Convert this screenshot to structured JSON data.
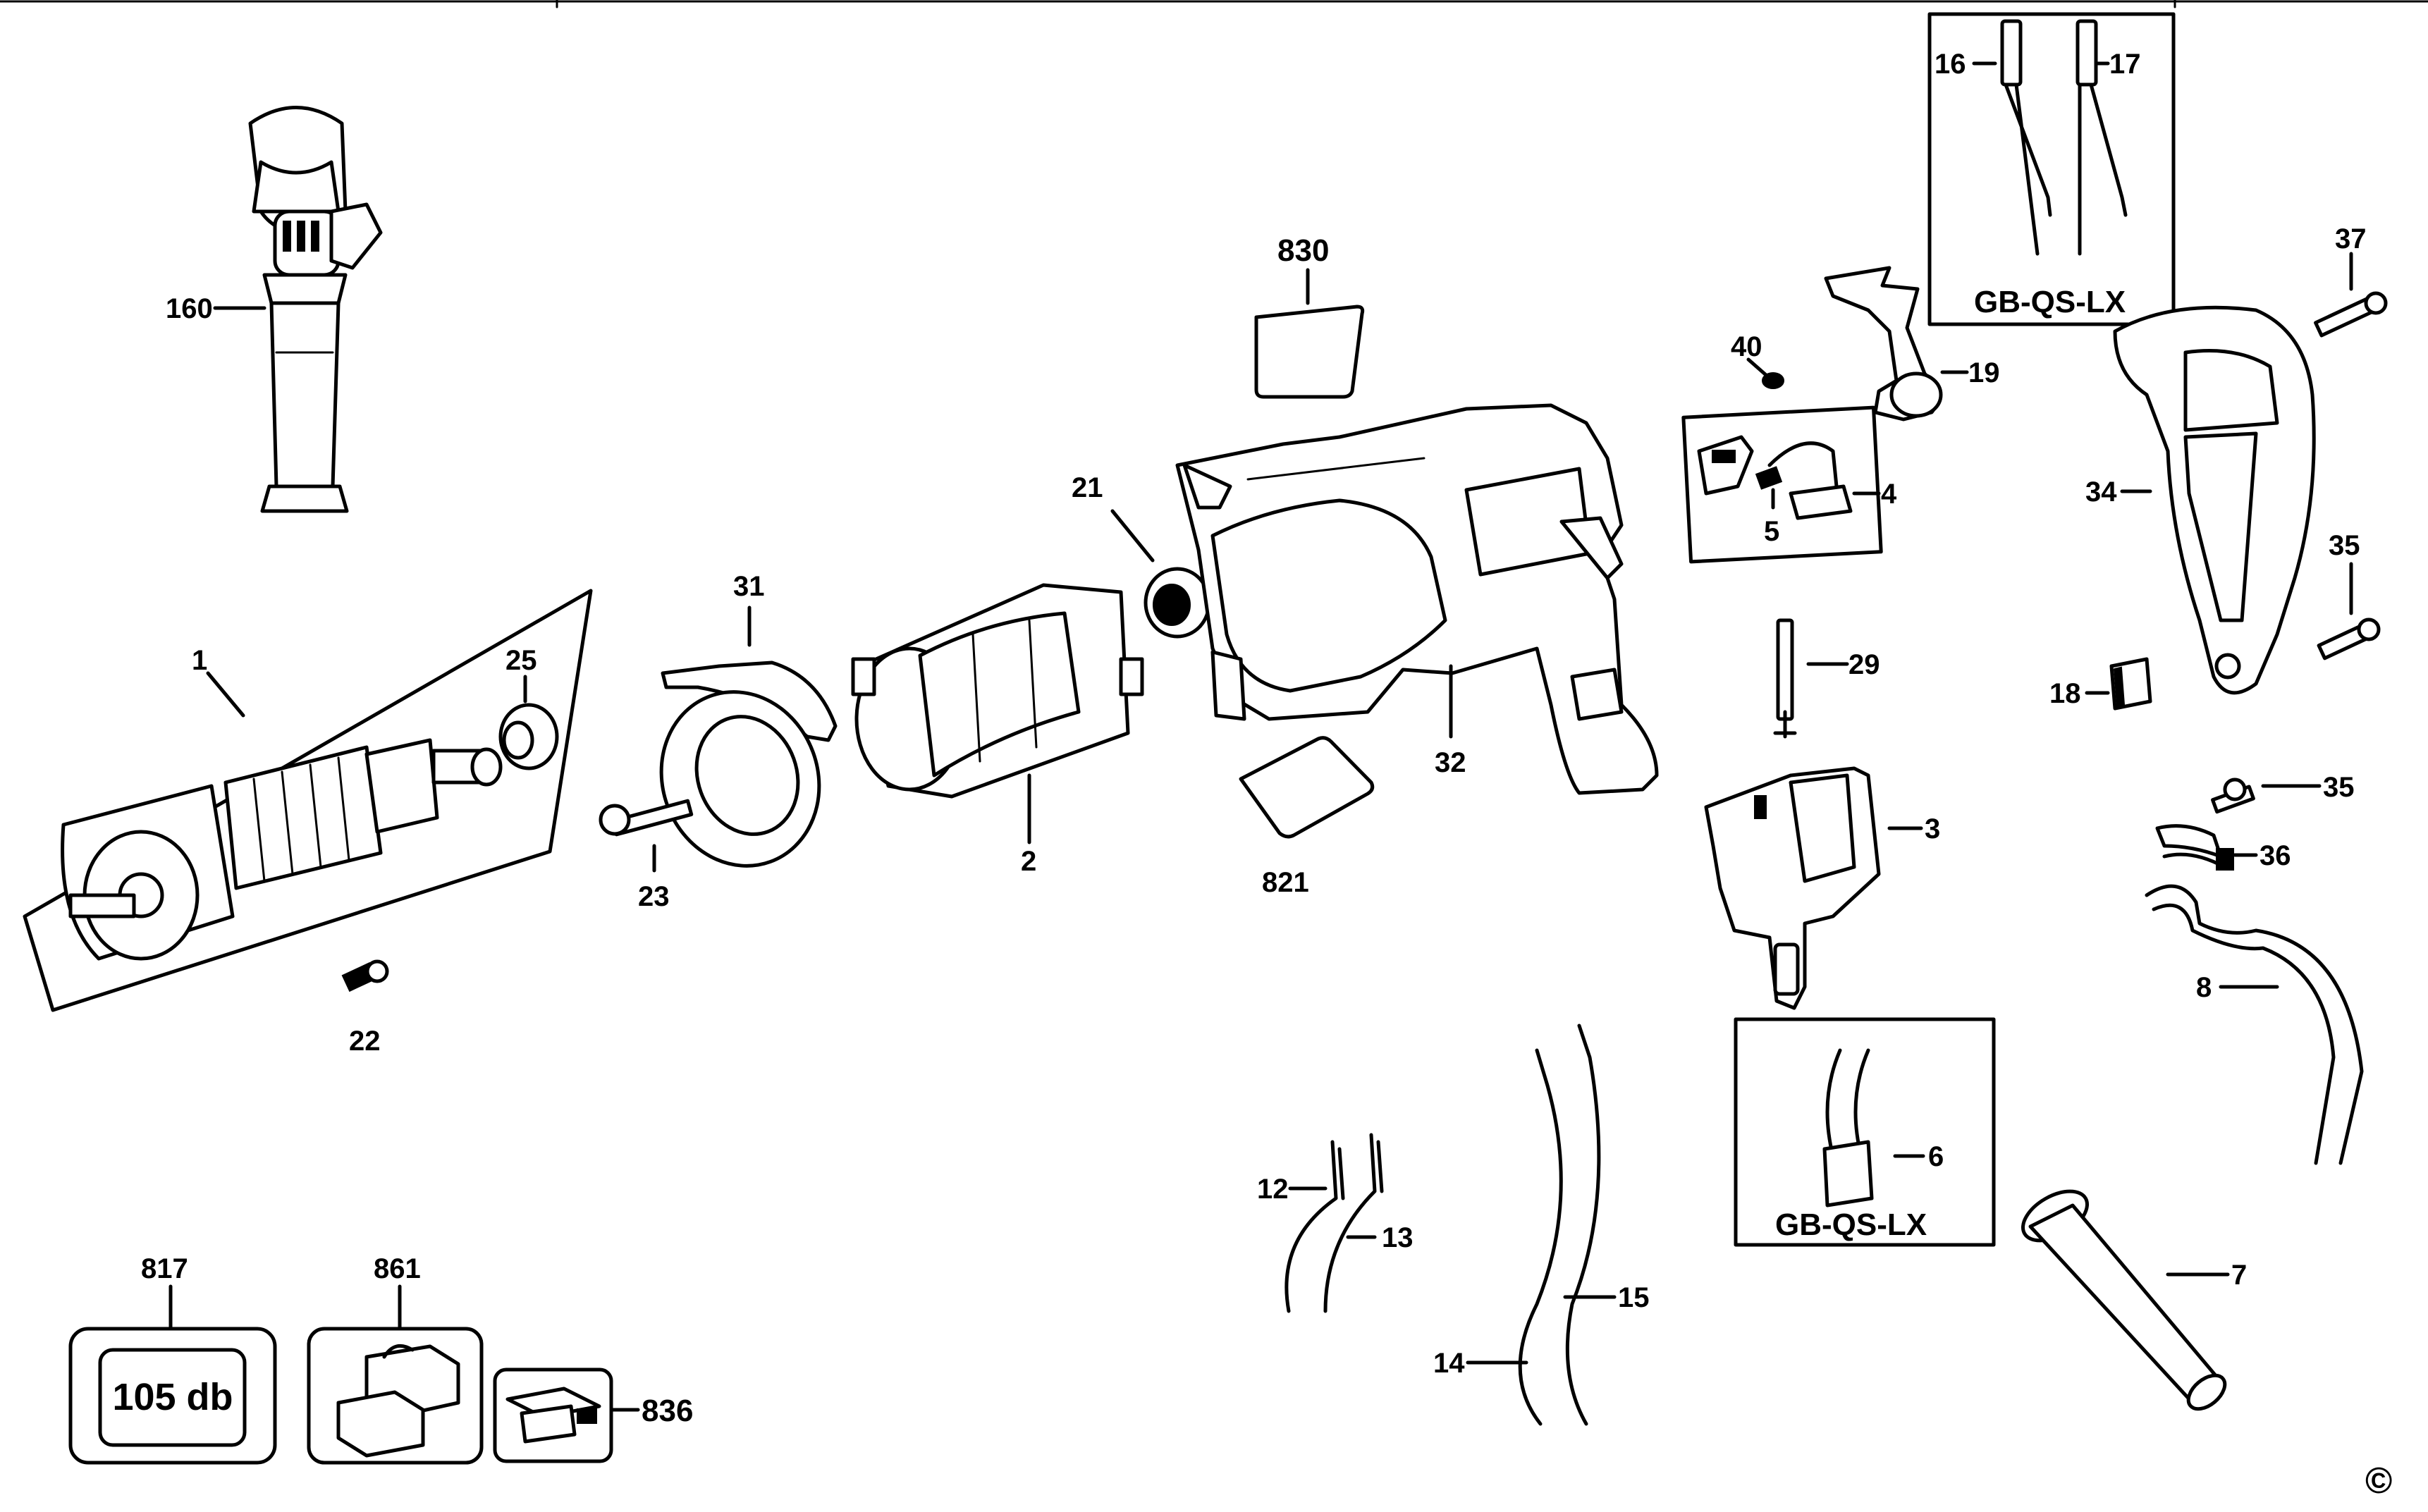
{
  "parts": {
    "p1": "1",
    "p2": "2",
    "p3": "3",
    "p4": "4",
    "p5": "5",
    "p6": "6",
    "p7": "7",
    "p8": "8",
    "p12": "12",
    "p13": "13",
    "p14": "14",
    "p15": "15",
    "p16": "16",
    "p17": "17",
    "p18": "18",
    "p19": "19",
    "p21": "21",
    "p22": "22",
    "p23": "23",
    "p25": "25",
    "p29": "29",
    "p31": "31",
    "p32": "32",
    "p34": "34",
    "p35a": "35",
    "p35b": "35",
    "p36": "36",
    "p37": "37",
    "p40": "40",
    "p160": "160",
    "p817": "817",
    "p821": "821",
    "p830": "830",
    "p836": "836",
    "p861": "861"
  },
  "boxes": {
    "wires_box_label": "GB-QS-LX",
    "brush_box_label": "GB-QS-LX",
    "sound_level": "105 db"
  },
  "copyright": "©"
}
